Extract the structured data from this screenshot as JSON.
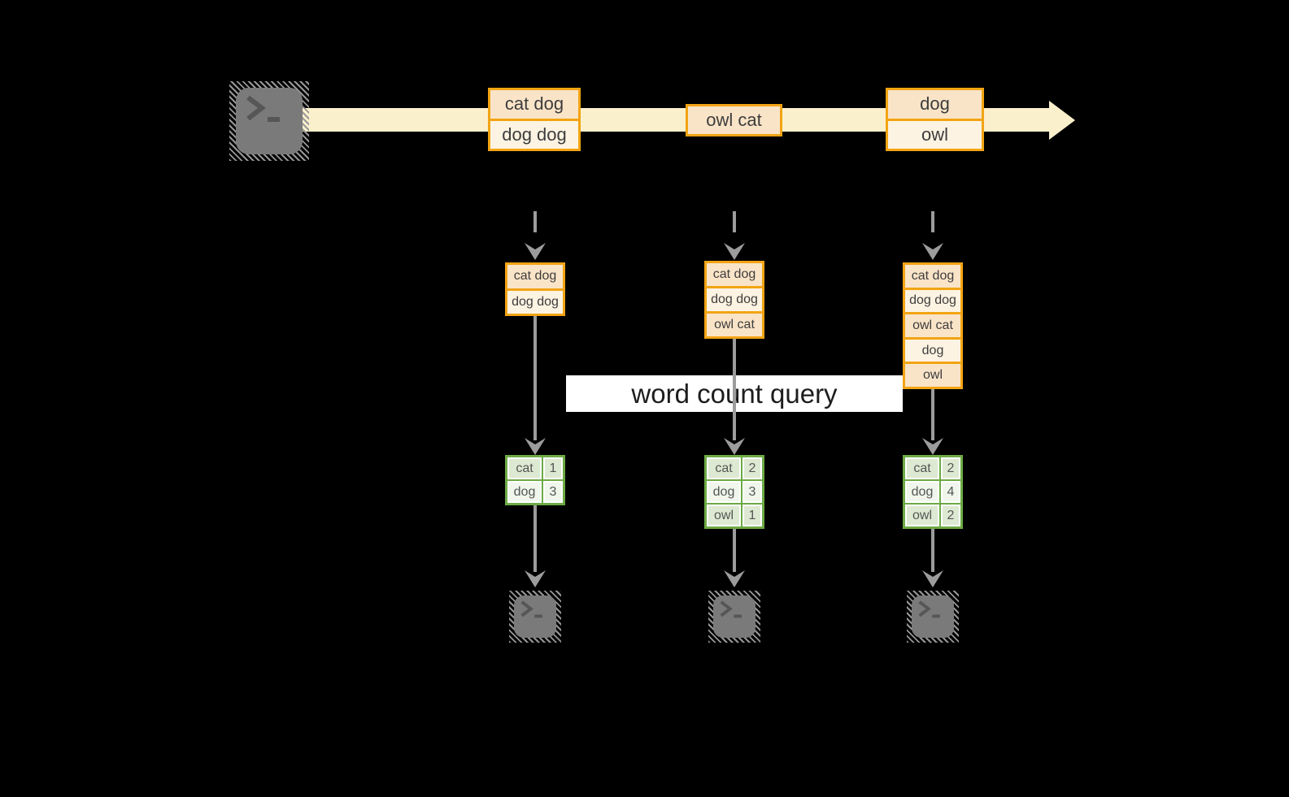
{
  "diagram": {
    "query_label": "word count query",
    "stream_events": [
      {
        "rows": [
          "cat dog",
          "dog dog"
        ]
      },
      {
        "rows": [
          "owl cat"
        ]
      },
      {
        "rows": [
          "dog",
          "owl"
        ]
      }
    ],
    "workers": [
      {
        "buffer_rows": [
          "cat dog",
          "dog dog"
        ],
        "count_table": {
          "rows": [
            {
              "word": "cat",
              "count": "1"
            },
            {
              "word": "dog",
              "count": "3"
            }
          ]
        }
      },
      {
        "buffer_rows": [
          "cat dog",
          "dog dog",
          "owl cat"
        ],
        "count_table": {
          "rows": [
            {
              "word": "cat",
              "count": "2"
            },
            {
              "word": "dog",
              "count": "3"
            },
            {
              "word": "owl",
              "count": "1"
            }
          ]
        }
      },
      {
        "buffer_rows": [
          "cat dog",
          "dog dog",
          "owl cat",
          "dog",
          "owl"
        ],
        "count_table": {
          "rows": [
            {
              "word": "cat",
              "count": "2"
            },
            {
              "word": "dog",
              "count": "4"
            },
            {
              "word": "owl",
              "count": "2"
            }
          ]
        }
      }
    ],
    "icons": {
      "source": "terminal-icon",
      "sinks": [
        "terminal-icon",
        "terminal-icon",
        "terminal-icon"
      ]
    },
    "colors": {
      "background": "#000000",
      "box_border": "#F2A413",
      "box_fill_dark": "#FAE4C8",
      "box_fill_light": "#FDF3E2",
      "box_text": "#3D3D3D",
      "stream_band": "#FBF0CC",
      "table_border": "#6DAA45",
      "table_cell_dark": "#DDE9D2",
      "table_cell_light": "#F0F6EB",
      "table_text": "#555555",
      "arrow": "#9C9C9C",
      "terminal_fill": "#7A7A7A",
      "terminal_glyph": "#565656",
      "hatch": "#979797",
      "query_bg": "#FFFFFF",
      "query_text": "#1D1D1D"
    }
  }
}
